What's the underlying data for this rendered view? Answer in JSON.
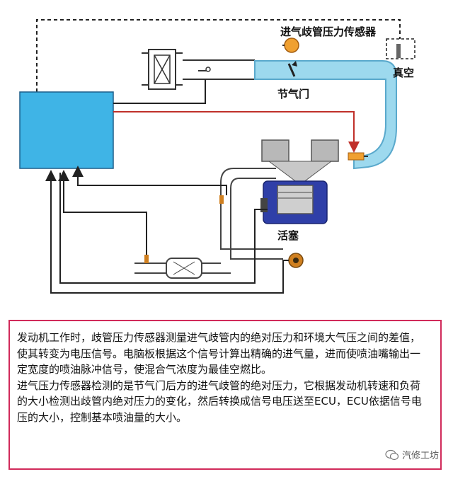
{
  "diagram": {
    "label_map_sensor": "进气歧管压力传感器",
    "label_vacuum": "真空",
    "label_throttle": "节气门",
    "label_piston": "活塞"
  },
  "description": {
    "paragraph_1": "发动机工作时，歧管压力传感器测量进气歧管内的绝对压力和环境大气压之间的差值，使其转变为电压信号。电脑板根据这个信号计算出精确的进气量，进而使喷油嘴输出一定宽度的喷油脉冲信号，使混合气浓度为最佳空燃比。",
    "paragraph_2": " 进气压力传感器检测的是节气门后方的进气歧管的绝对压力，它根据发动机转速和负荷的大小检测出歧管内绝对压力的变化，然后转换成信号电压送至ECU，ECU依据信号电压的大小，控制基本喷油量的大小。"
  },
  "watermark": {
    "text": "汽修工坊"
  },
  "colors": {
    "ecu": "#3fb4e6",
    "intake": "#9dd9ee",
    "intake_edge": "#5aa9cc",
    "sensor": "#f0a030",
    "signal_red": "#c0302a",
    "border": "#d12a5a"
  }
}
